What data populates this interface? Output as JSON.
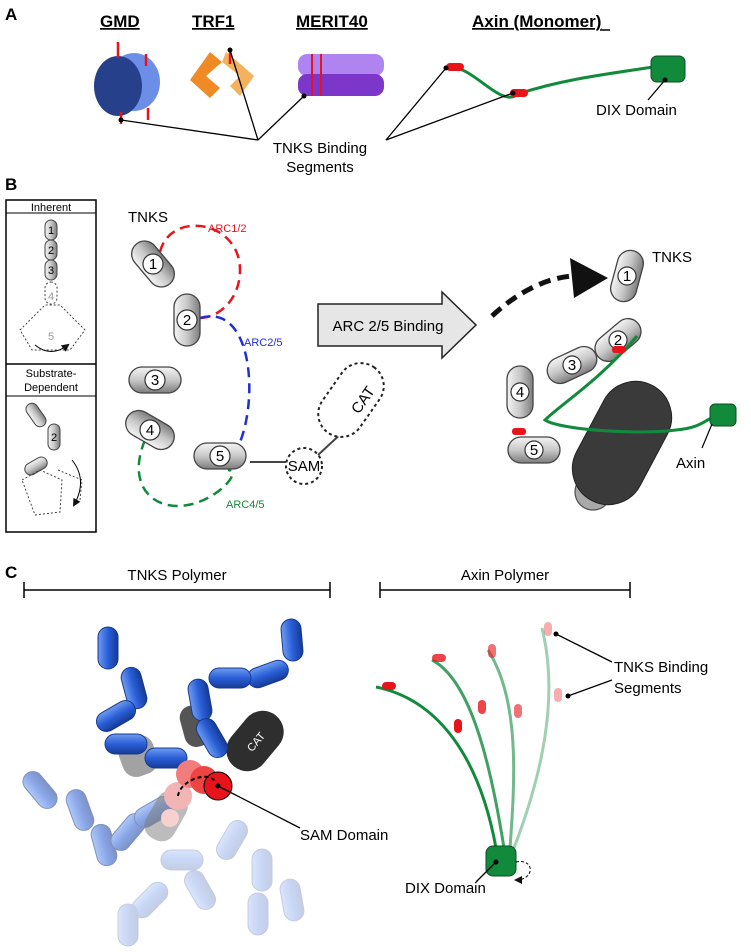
{
  "panels": {
    "a": "A",
    "b": "B",
    "c": "C"
  },
  "panel_a": {
    "headers": {
      "gmd": "GMD",
      "trf1": "TRF1",
      "merit40": "MERIT40",
      "axin": "Axin (Monomer)"
    },
    "dix_label": "DIX Domain",
    "tnks_segments_line1": "TNKS Binding",
    "tnks_segments_line2": "Segments"
  },
  "panel_b": {
    "inherent": "Inherent",
    "substrate_line1": "Substrate-",
    "substrate_line2": "Dependent",
    "tnks": "TNKS",
    "arc12": "ARC1/2",
    "arc25": "ARC2/5",
    "arc45": "ARC4/5",
    "sam": "SAM",
    "cat": "CAT",
    "arrow_label": "ARC 2/5 Binding",
    "tnks_bound": "TNKS",
    "axin": "Axin",
    "nums": {
      "n1": "1",
      "n2": "2",
      "n3": "3",
      "n4": "4",
      "n5": "5"
    }
  },
  "panel_c": {
    "tnks_polymer": "TNKS Polymer",
    "axin_polymer": "Axin Polymer",
    "cat": "CAT",
    "sam_domain": "SAM Domain",
    "dix_domain": "DIX Domain",
    "tnks_segments_line1": "TNKS Binding",
    "tnks_segments_line2": "Segments"
  },
  "colors": {
    "red": "#e8141b",
    "green": "#128a3c",
    "blue": "#2461d4",
    "purple": "#8a3fd6",
    "orange": "#f08a24",
    "gmd_dark": "#27408b",
    "gmd_light": "#6d8ee6",
    "grey": "#9a9a9a",
    "dark": "#333333"
  }
}
